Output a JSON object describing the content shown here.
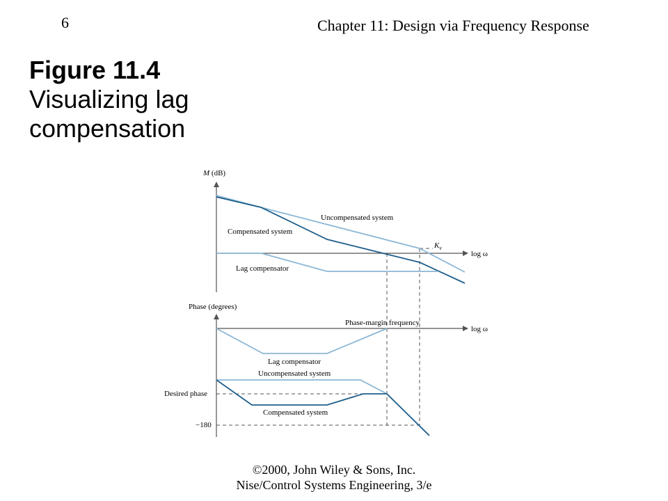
{
  "header": {
    "slide_number": "6",
    "chapter_title": "Chapter 11: Design via Frequency Response"
  },
  "figure": {
    "label": "Figure 11.4",
    "caption": "Visualizing lag compensation"
  },
  "magnitude_plot": {
    "y_axis_label_italic": "M",
    "y_axis_label_rest": " (dB)",
    "x_axis_label": "log ω",
    "uncompensated_label": "Uncompensated system",
    "compensated_label": "Compensated system",
    "lag_compensator_label": "Lag compensator",
    "kv_label_main": "K",
    "kv_label_sub": "v"
  },
  "phase_plot": {
    "y_axis_label": "Phase (degrees)",
    "x_axis_label": "log ω",
    "phase_margin_frequency_label": "Phase-margin frequency",
    "lag_compensator_label": "Lag compensator",
    "uncompensated_label": "Uncompensated system",
    "compensated_label": "Compensated system",
    "desired_phase_label": "Desired phase",
    "minus_180_label": "−180"
  },
  "colors": {
    "dark_curve": "#1f5f8b",
    "light_curve": "#8bb7d6",
    "axis": "#555555"
  },
  "footer": {
    "copyright": "©2000, John Wiley & Sons, Inc.",
    "book": "Nise/Control Systems Engineering, 3/e"
  }
}
